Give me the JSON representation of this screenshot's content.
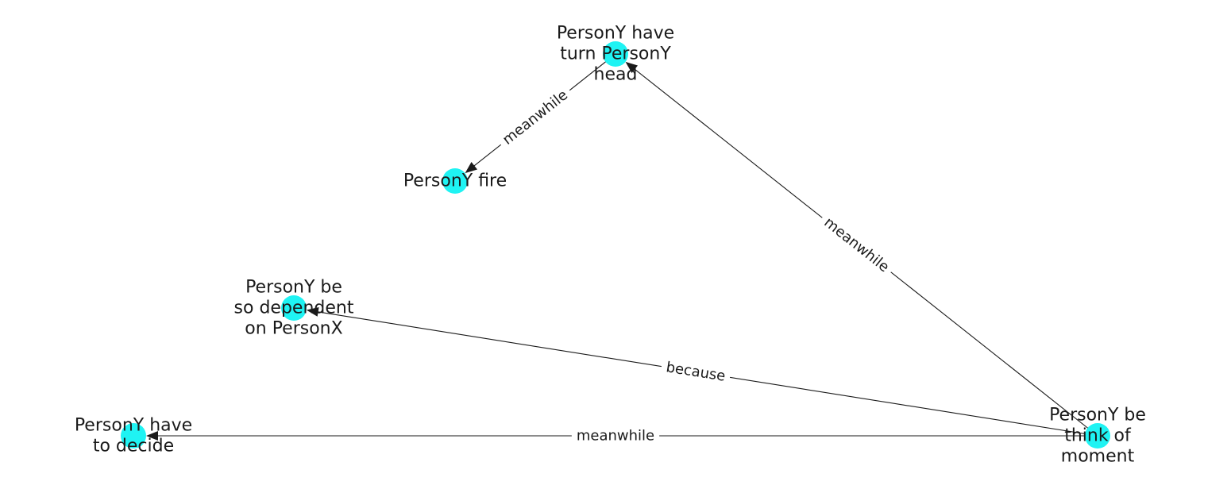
{
  "colors": {
    "node": "#1ff3f3",
    "edge": "#1a1a1a",
    "background": "#ffffff"
  },
  "nodes": [
    {
      "id": "n_turn_head",
      "label_lines": [
        "PersonY have",
        "turn PersonY",
        "head"
      ]
    },
    {
      "id": "n_fire",
      "label_lines": [
        "PersonY fire"
      ]
    },
    {
      "id": "n_dependent",
      "label_lines": [
        "PersonY be",
        "so dependent",
        "on PersonX"
      ]
    },
    {
      "id": "n_decide",
      "label_lines": [
        "PersonY have",
        "to decide"
      ]
    },
    {
      "id": "n_think",
      "label_lines": [
        "PersonY be",
        "think of",
        "moment"
      ]
    }
  ],
  "edges": [
    {
      "from": "n_turn_head",
      "to": "n_fire",
      "label": "meanwhile"
    },
    {
      "from": "n_think",
      "to": "n_turn_head",
      "label": "meanwhile"
    },
    {
      "from": "n_think",
      "to": "n_dependent",
      "label": "because"
    },
    {
      "from": "n_think",
      "to": "n_decide",
      "label": "meanwhile"
    }
  ]
}
